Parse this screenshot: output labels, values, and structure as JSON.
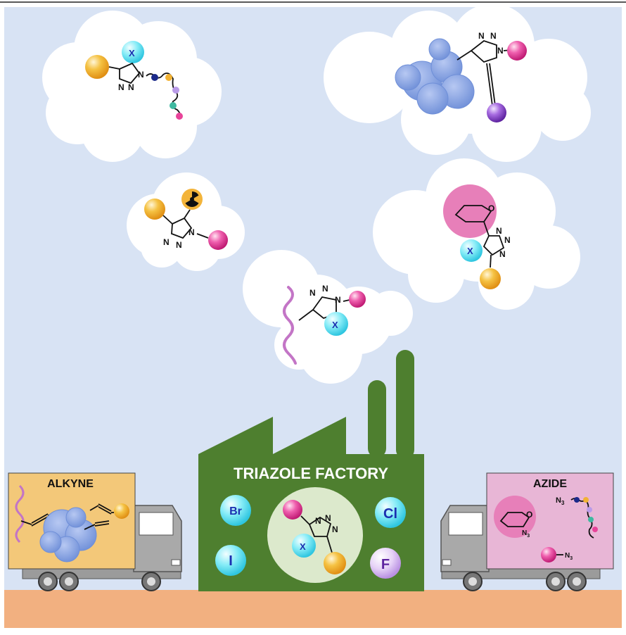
{
  "factory": {
    "title": "TRIAZOLE FACTORY",
    "halogens": [
      "Br",
      "Cl",
      "I",
      "F"
    ],
    "substituent": "X",
    "ring_atom": "N"
  },
  "truck_left": {
    "label": "ALKYNE"
  },
  "truck_right": {
    "label": "AZIDE",
    "azide_group": "N",
    "azide_subscript": "3"
  },
  "clouds": {
    "substituent": "X",
    "ring_atom": "N"
  },
  "colors": {
    "sky": "#d8e3f4",
    "ground": "#f2b080",
    "factory": "#4e7f2f",
    "alkyne_box": "#f3c879",
    "azide_box": "#e8b6d6",
    "truck": "#a9a9a9",
    "sphere_orange": "#f2b233",
    "sphere_pink": "#e8449a",
    "sphere_cyan": "#52dcf0",
    "sphere_purple": "#8a47c9",
    "protein": "#8fa8e3",
    "sugar_disc": "#e77fb9",
    "peptide": "#c375c6"
  },
  "icons": [
    "radiation-icon",
    "protein-icon",
    "sugar-ring-icon",
    "peptide-chain-icon",
    "polymer-chain-icon"
  ]
}
